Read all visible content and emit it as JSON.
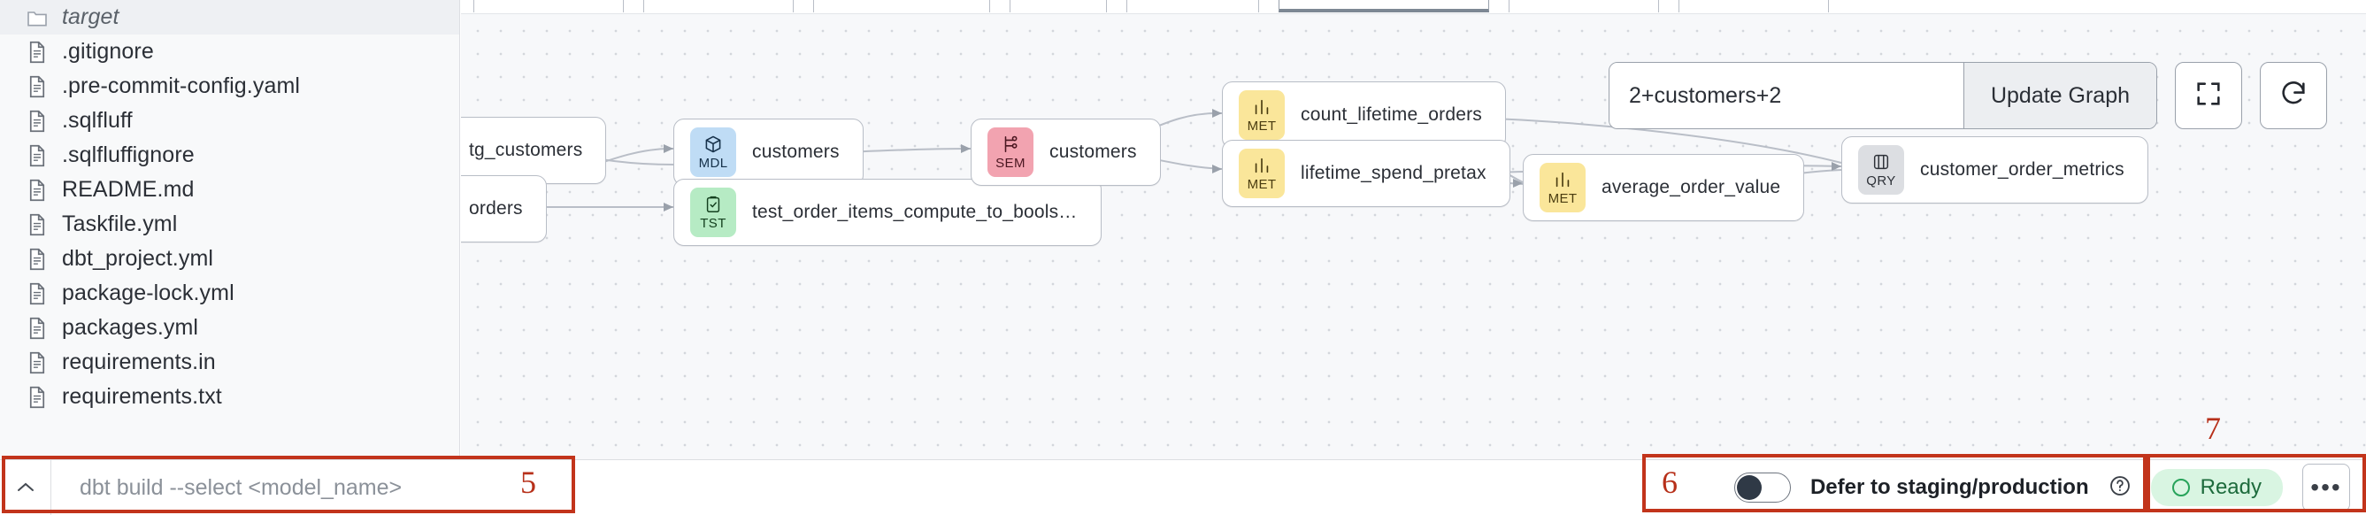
{
  "explorer": {
    "files": [
      {
        "name": "target",
        "icon": "folder-icon",
        "type": "folder"
      },
      {
        "name": ".gitignore",
        "icon": "file-icon",
        "type": "file"
      },
      {
        "name": ".pre-commit-config.yaml",
        "icon": "file-icon",
        "type": "file"
      },
      {
        "name": ".sqlfluff",
        "icon": "file-icon",
        "type": "file"
      },
      {
        "name": ".sqlfluffignore",
        "icon": "file-icon",
        "type": "file"
      },
      {
        "name": "README.md",
        "icon": "file-icon",
        "type": "file"
      },
      {
        "name": "Taskfile.yml",
        "icon": "file-icon",
        "type": "file"
      },
      {
        "name": "dbt_project.yml",
        "icon": "file-icon",
        "type": "file"
      },
      {
        "name": "package-lock.yml",
        "icon": "file-icon",
        "type": "file"
      },
      {
        "name": "packages.yml",
        "icon": "file-icon",
        "type": "file"
      },
      {
        "name": "requirements.in",
        "icon": "file-icon",
        "type": "file"
      },
      {
        "name": "requirements.txt",
        "icon": "file-icon",
        "type": "file"
      }
    ]
  },
  "toolbar": {
    "selector_value": "2+customers+2",
    "selector_placeholder": "2+customers+2",
    "update_label": "Update Graph",
    "fullscreen_icon": "fullscreen-icon",
    "refresh_icon": "refresh-icon"
  },
  "graph": {
    "nodes": [
      {
        "id": "stg_customers",
        "label": "tg_customers",
        "kind": "MDL",
        "badge": "cube-icon",
        "truncated_left": true
      },
      {
        "id": "stg_orders",
        "label": "orders",
        "kind": "MDL",
        "badge": "cube-icon",
        "truncated_left": true
      },
      {
        "id": "customers_model",
        "label": "customers",
        "kind": "MDL",
        "badge": "cube-icon"
      },
      {
        "id": "test_order_items",
        "label": "test_order_items_compute_to_bools…",
        "kind": "TST",
        "badge": "clipboard-check-icon"
      },
      {
        "id": "customers_sem",
        "label": "customers",
        "kind": "SEM",
        "badge": "semantic-graph-icon"
      },
      {
        "id": "count_lifetime_orders",
        "label": "count_lifetime_orders",
        "kind": "MET",
        "badge": "bar-chart-icon"
      },
      {
        "id": "lifetime_spend_pretax",
        "label": "lifetime_spend_pretax",
        "kind": "MET",
        "badge": "bar-chart-icon"
      },
      {
        "id": "average_order_value",
        "label": "average_order_value",
        "kind": "MET",
        "badge": "bar-chart-icon"
      },
      {
        "id": "customer_order_metrics",
        "label": "customer_order_metrics",
        "kind": "QRY",
        "badge": "query-icon"
      }
    ],
    "kind_colors": {
      "MDL": "#bfdcf5",
      "SEM": "#f2a3b0",
      "MET": "#fae69a",
      "TST": "#b6ebc4",
      "QRY": "#dcdee2"
    }
  },
  "bottom_bar": {
    "caret_icon": "chevron-up-icon",
    "command_placeholder": "dbt build --select <model_name>",
    "command_value": "",
    "defer_label": "Defer to staging/production",
    "defer_enabled": false,
    "help_icon": "question-circle-icon",
    "status_label": "Ready",
    "status_icon": "circle-icon",
    "more_label": "•••"
  },
  "annotations": [
    {
      "number": "5",
      "target": "command-input"
    },
    {
      "number": "6",
      "target": "defer-toggle"
    },
    {
      "number": "7",
      "target": "status-area"
    }
  ],
  "colors": {
    "annotation": "#c2341b",
    "status_bg": "#d9f5e2",
    "status_fg": "#1d6b3c",
    "canvas_bg": "#f7f8fa"
  }
}
